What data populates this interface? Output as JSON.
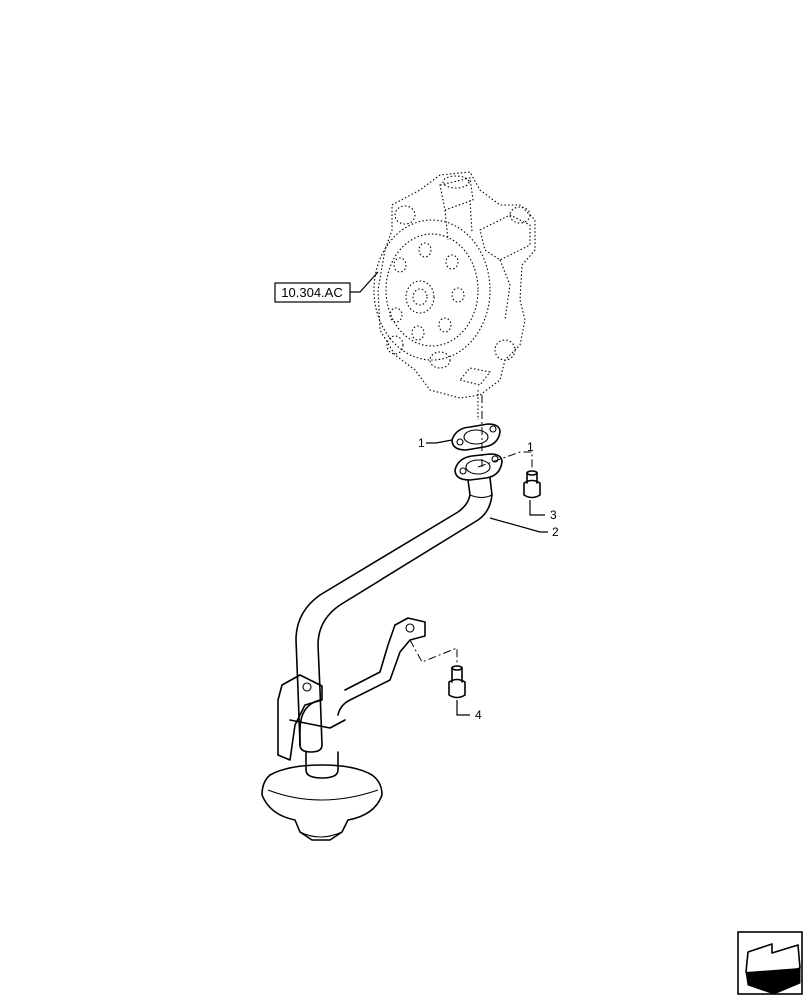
{
  "diagram": {
    "reference_label": "10.304.AC",
    "callouts": [
      {
        "id": "callout-1",
        "text": "1"
      },
      {
        "id": "callout-1b",
        "text": "1"
      },
      {
        "id": "callout-2",
        "text": "2"
      },
      {
        "id": "callout-3",
        "text": "3"
      },
      {
        "id": "callout-4",
        "text": "4"
      }
    ],
    "nav_icon": "previous-page-arrow-icon"
  }
}
